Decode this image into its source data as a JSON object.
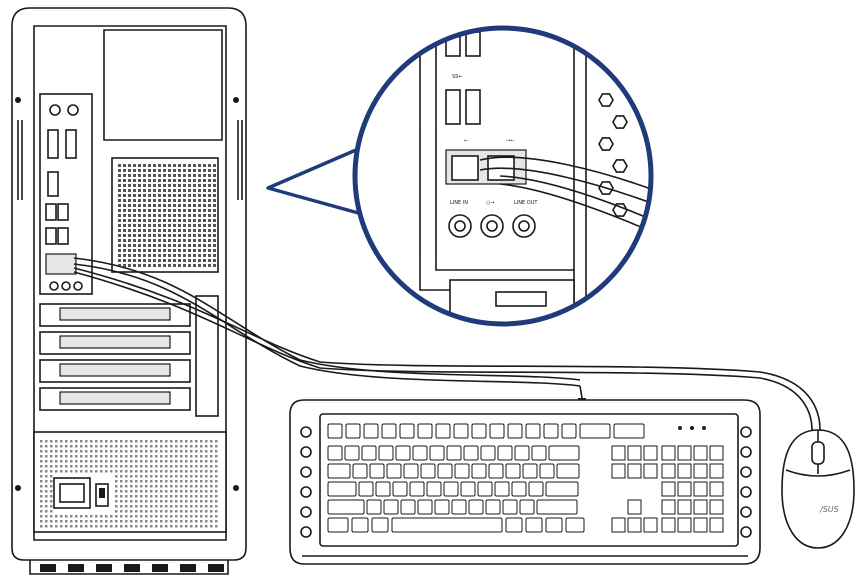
{
  "figure": {
    "description_labels": {
      "callout_usb_label": "SS←",
      "callout_usb2_label": "←",
      "callout_port_label": "→←",
      "callout_jack1_label": "LINE IN",
      "callout_jack2_label": "○→",
      "callout_jack3_label": "LINE OUT",
      "mouse_brand": "/SUS"
    },
    "colors": {
      "outline": "#1a1a1a",
      "callout_ring": "#1f3b7a",
      "background": "#ffffff"
    },
    "icons": [
      "pc-tower",
      "usb-port",
      "audio-jack",
      "keyboard",
      "mouse",
      "power-socket",
      "magnifier-callout"
    ]
  }
}
